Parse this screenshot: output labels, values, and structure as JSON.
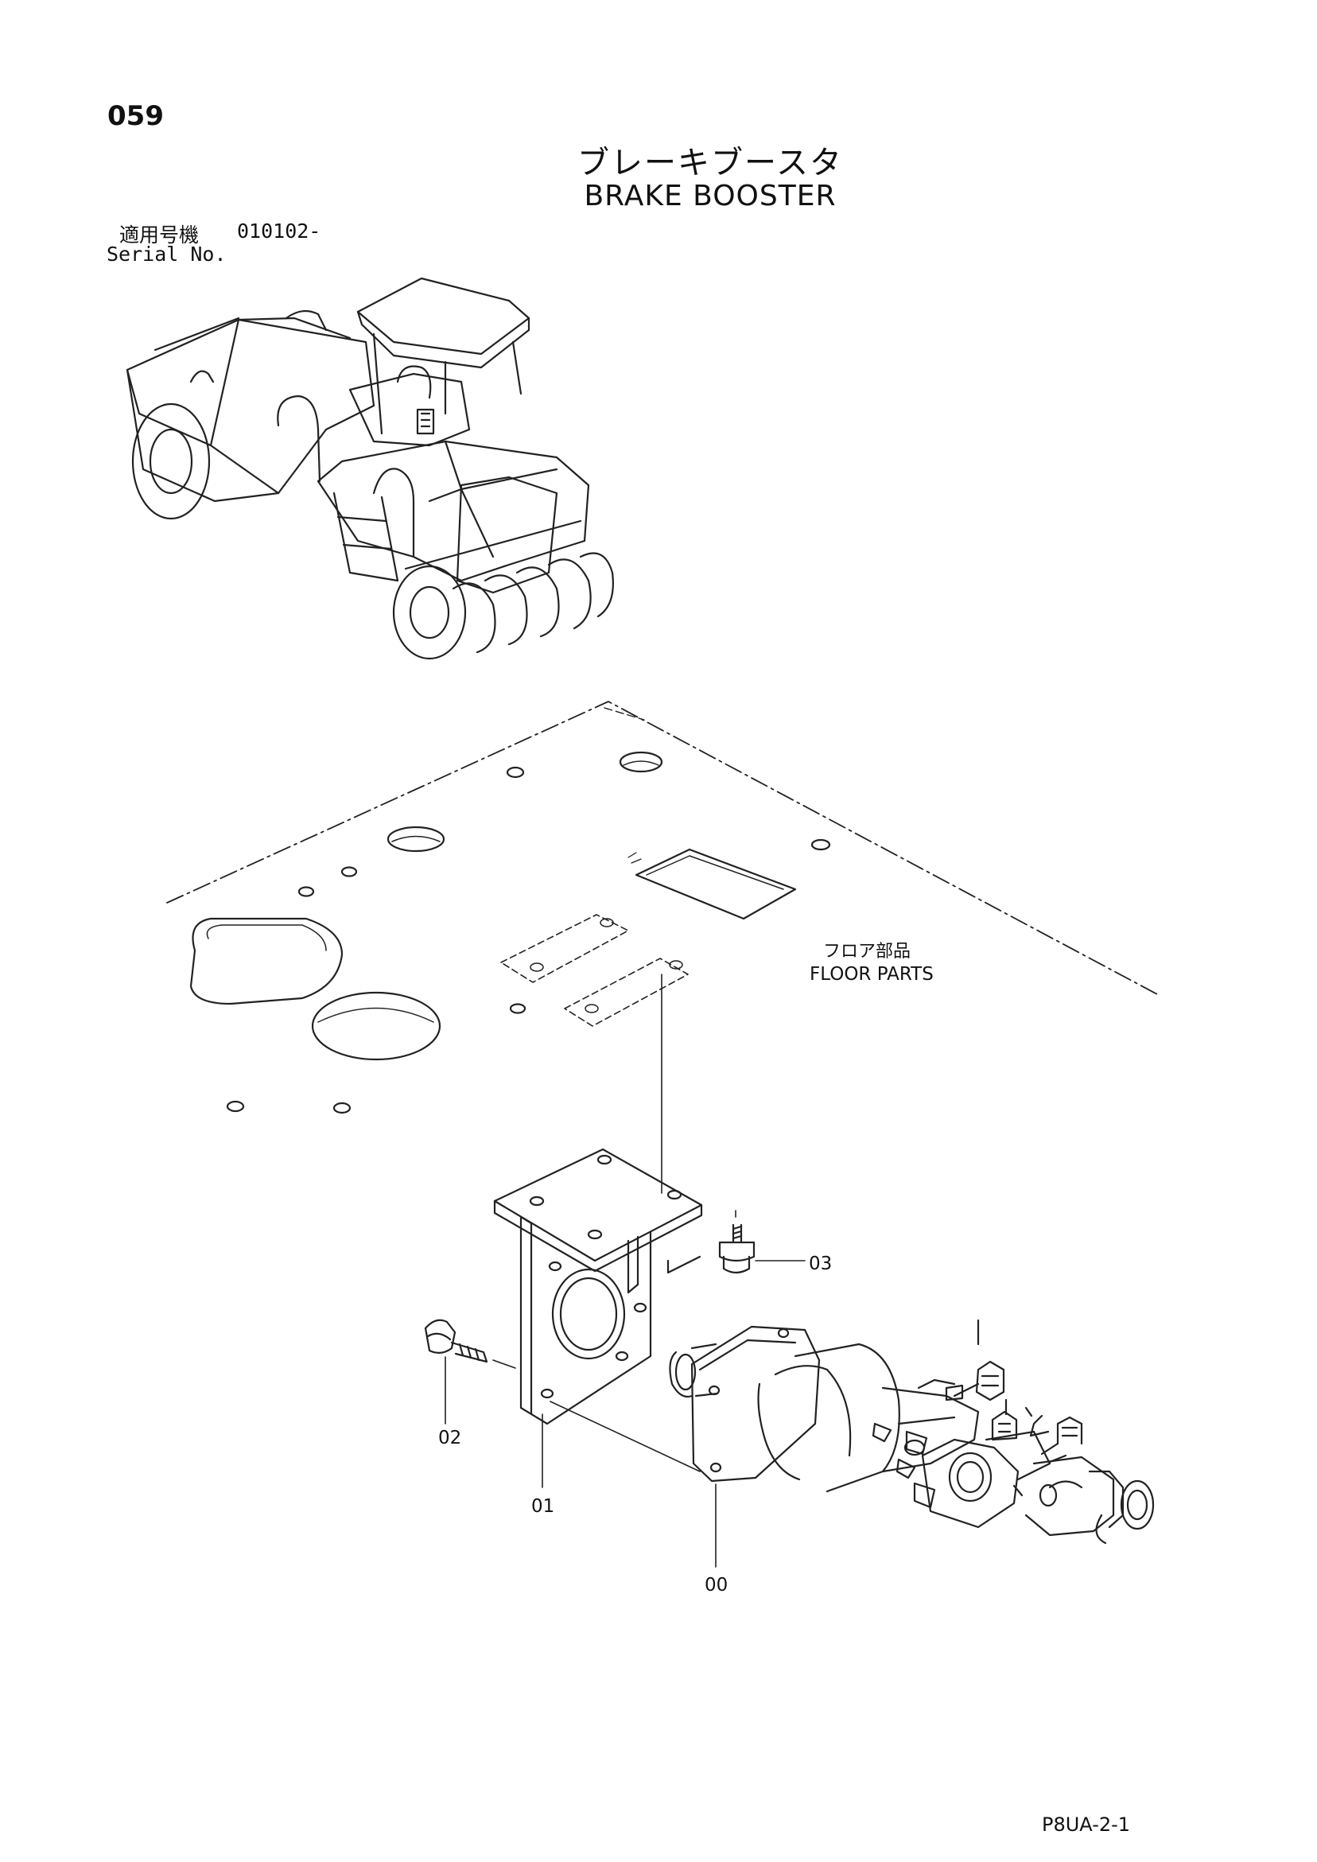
{
  "page": {
    "number": "059",
    "title_ja": "ブレーキブースタ",
    "title_en": "BRAKE BOOSTER",
    "serial_label_ja": "適用号機",
    "serial_value": "010102-",
    "serial_label_en": "Serial No.",
    "footer_code": "P8UA-2-1"
  },
  "floor": {
    "label_ja": "フロア部品",
    "label_en": "FLOOR PARTS"
  },
  "parts": {
    "p00": "00",
    "p01": "01",
    "p02": "02",
    "p03": "03"
  }
}
